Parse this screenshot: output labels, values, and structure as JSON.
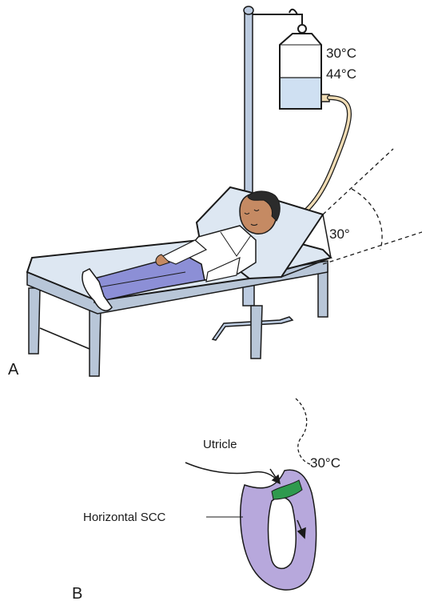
{
  "panel_a": {
    "label": "A",
    "bottle_temps": [
      "30°C",
      "44°C"
    ],
    "angle_label": "30°"
  },
  "panel_b": {
    "label": "B",
    "utricle_label": "Utricle",
    "temp_label": "30°C",
    "canal_label": "Horizontal SCC"
  },
  "colors": {
    "bed": "#dde7f2",
    "bed_edge": "#1a1a1a",
    "bed_frame": "#b8c6d8",
    "pole": "#bccbe0",
    "water": "#cfe0f2",
    "tube": "#f0dcb4",
    "shirt": "#ffffff",
    "pants": "#8c8fd6",
    "skin": "#c58a63",
    "hair": "#2b2b2b",
    "canal": "#b7a8dc",
    "cupula": "#2f9a4e"
  }
}
